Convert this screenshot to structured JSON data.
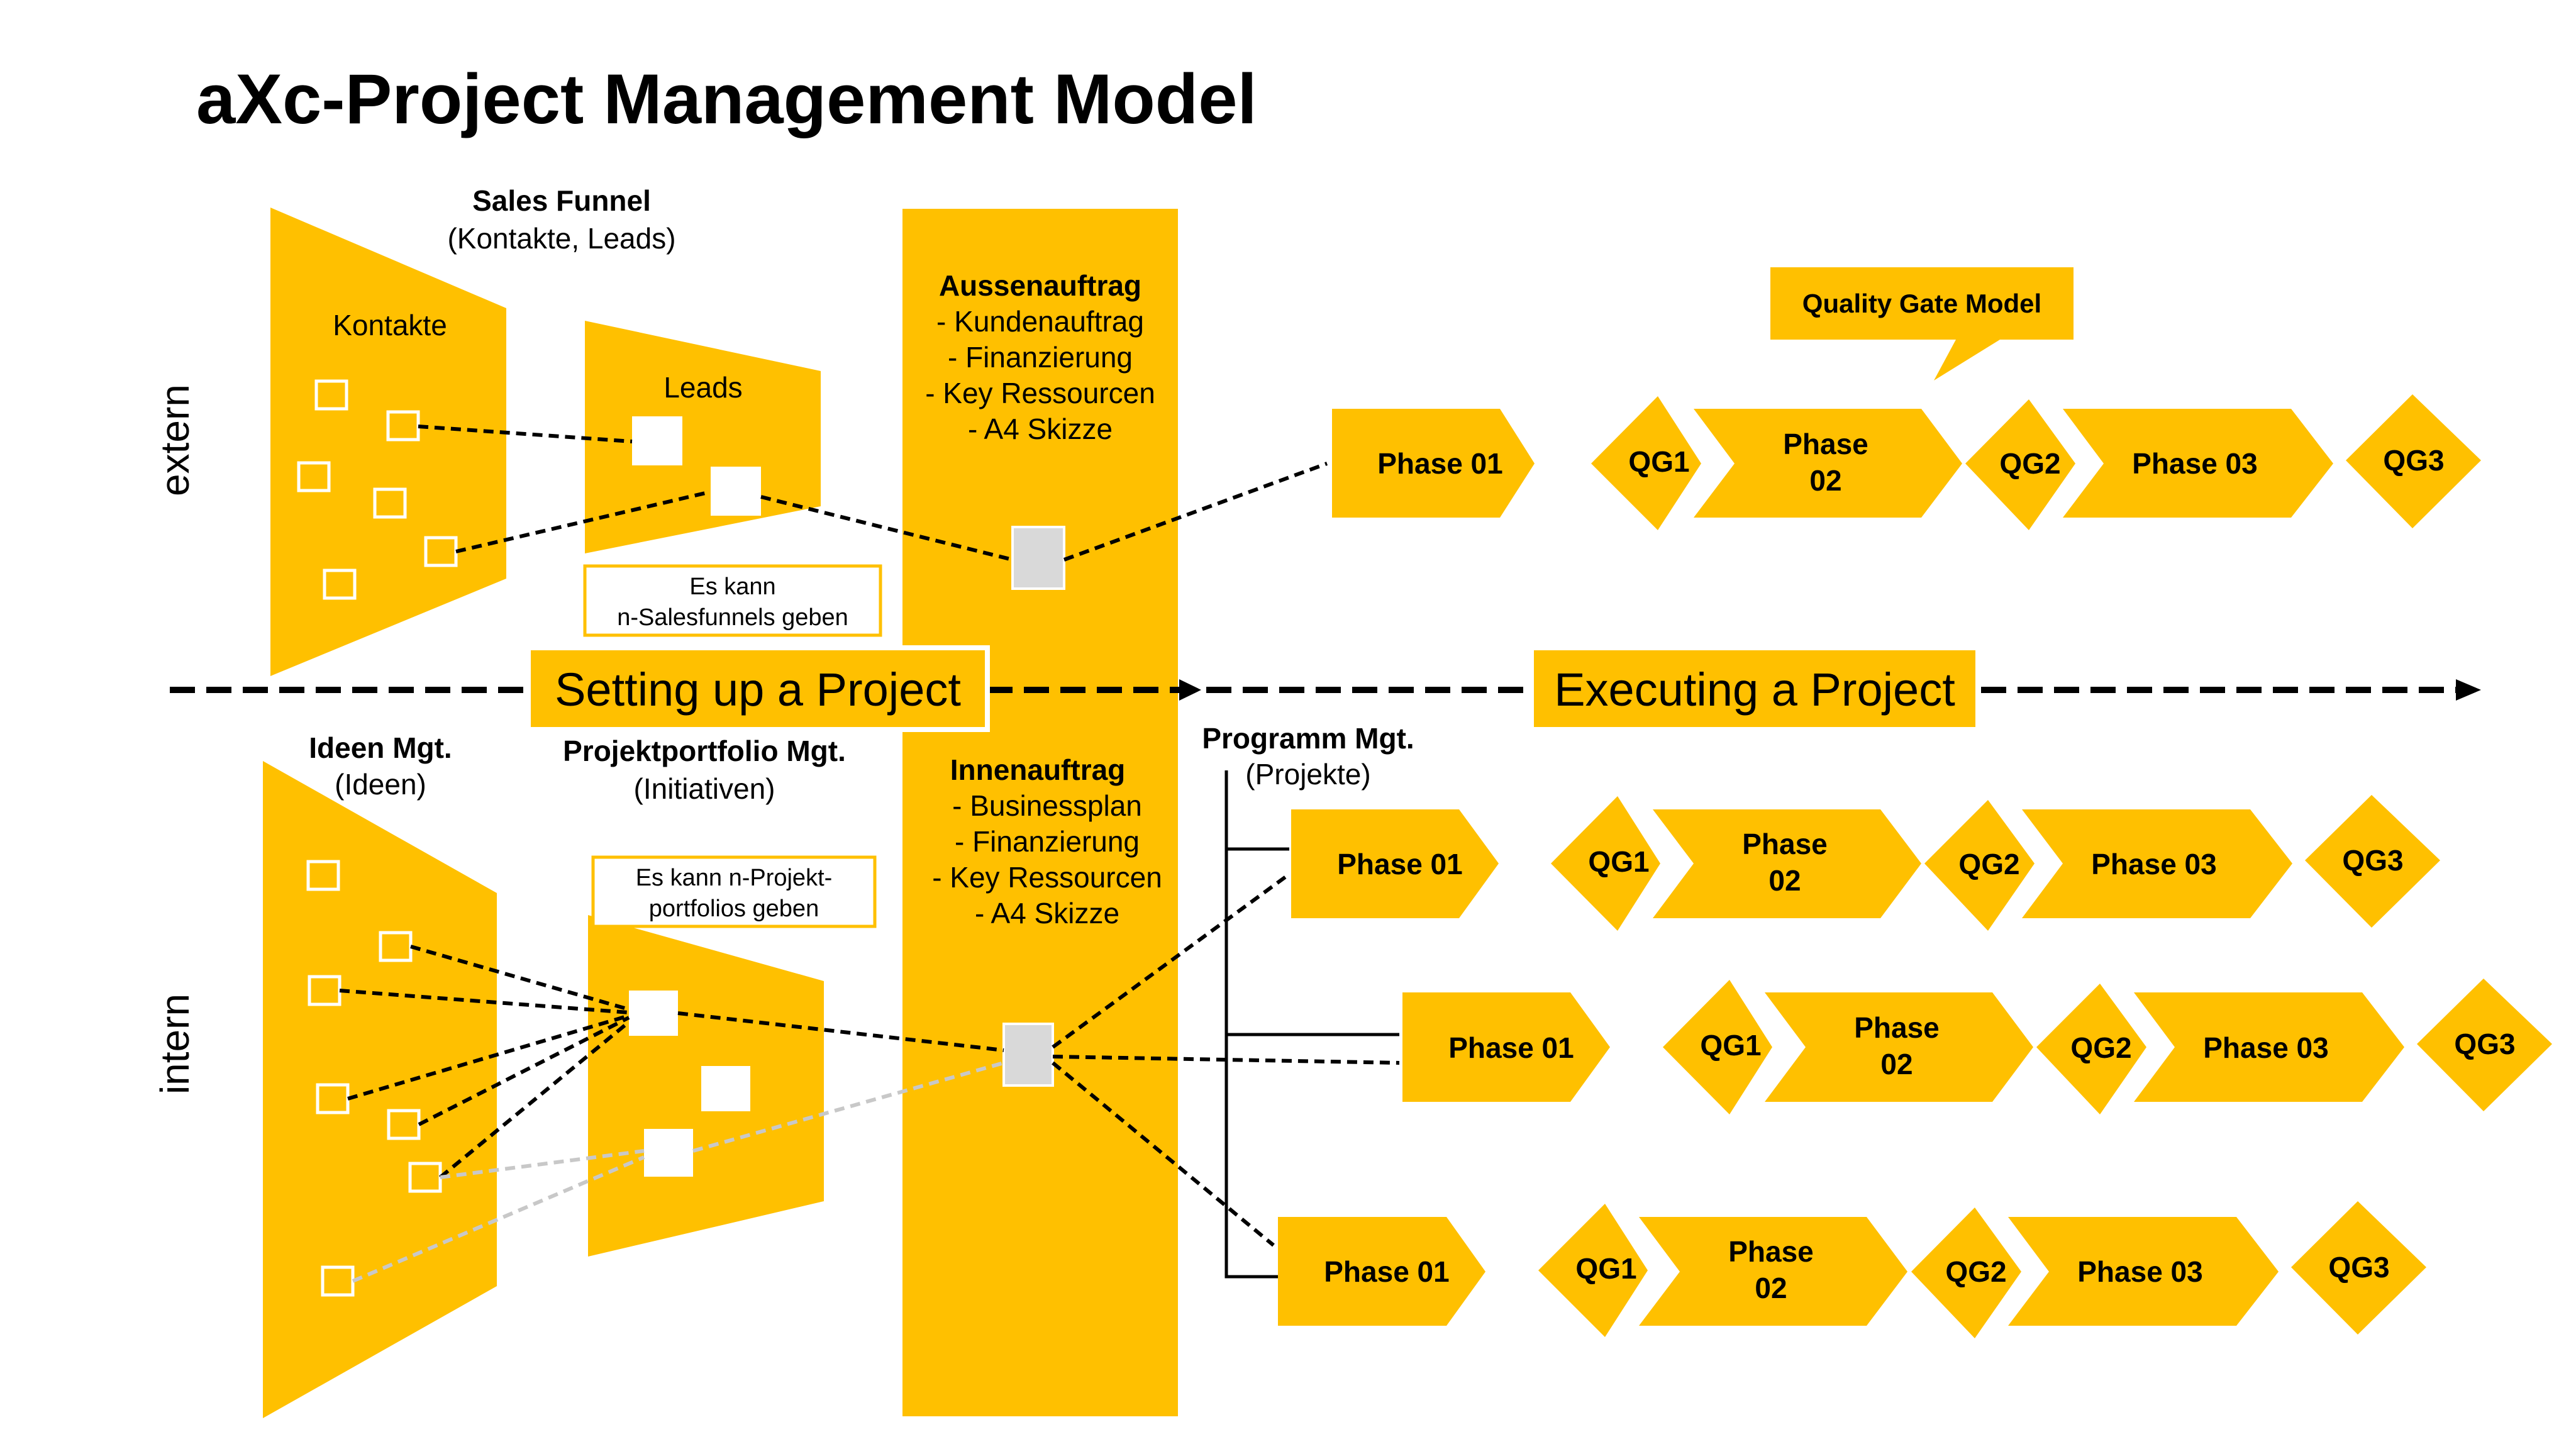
{
  "title": "aXc-Project Management Model",
  "labels": {
    "extern": "extern",
    "intern": "intern",
    "setting_up": "Setting up a Project",
    "executing": "Executing a Project"
  },
  "sales_funnel": {
    "title": "Sales Funnel",
    "subtitle": "(Kontakte, Leads)",
    "kontakte": "Kontakte",
    "leads": "Leads",
    "note_line1": "Es kann",
    "note_line2": "n-Salesfunnels geben"
  },
  "ideen": {
    "title": "Ideen Mgt.",
    "subtitle": "(Ideen)"
  },
  "portfolio": {
    "title": "Projektportfolio Mgt.",
    "subtitle": "(Initiativen)",
    "note_line1": "Es kann n-Projekt-",
    "note_line2": "portfolios geben"
  },
  "aussenauftrag": {
    "title": "Aussenauftrag",
    "items": [
      "- Kundenauftrag",
      "- Finanzierung",
      "- Key Ressourcen",
      "- A4 Skizze"
    ]
  },
  "innenauftrag": {
    "title": "Innenauftrag",
    "items": [
      "- Businessplan",
      "- Finanzierung",
      "- Key Ressourcen",
      "- A4 Skizze"
    ]
  },
  "programm": {
    "title": "Programm Mgt.",
    "subtitle": "(Projekte)"
  },
  "quality_gate_callout": "Quality Gate Model",
  "phases": {
    "p1": "Phase 01",
    "p2a": "Phase",
    "p2b": "02",
    "p3": "Phase 03",
    "qg1": "QG1",
    "qg2": "QG2",
    "qg3": "QG3"
  },
  "colors": {
    "accent": "#FFC000",
    "placeholder": "#D9D9D9"
  }
}
